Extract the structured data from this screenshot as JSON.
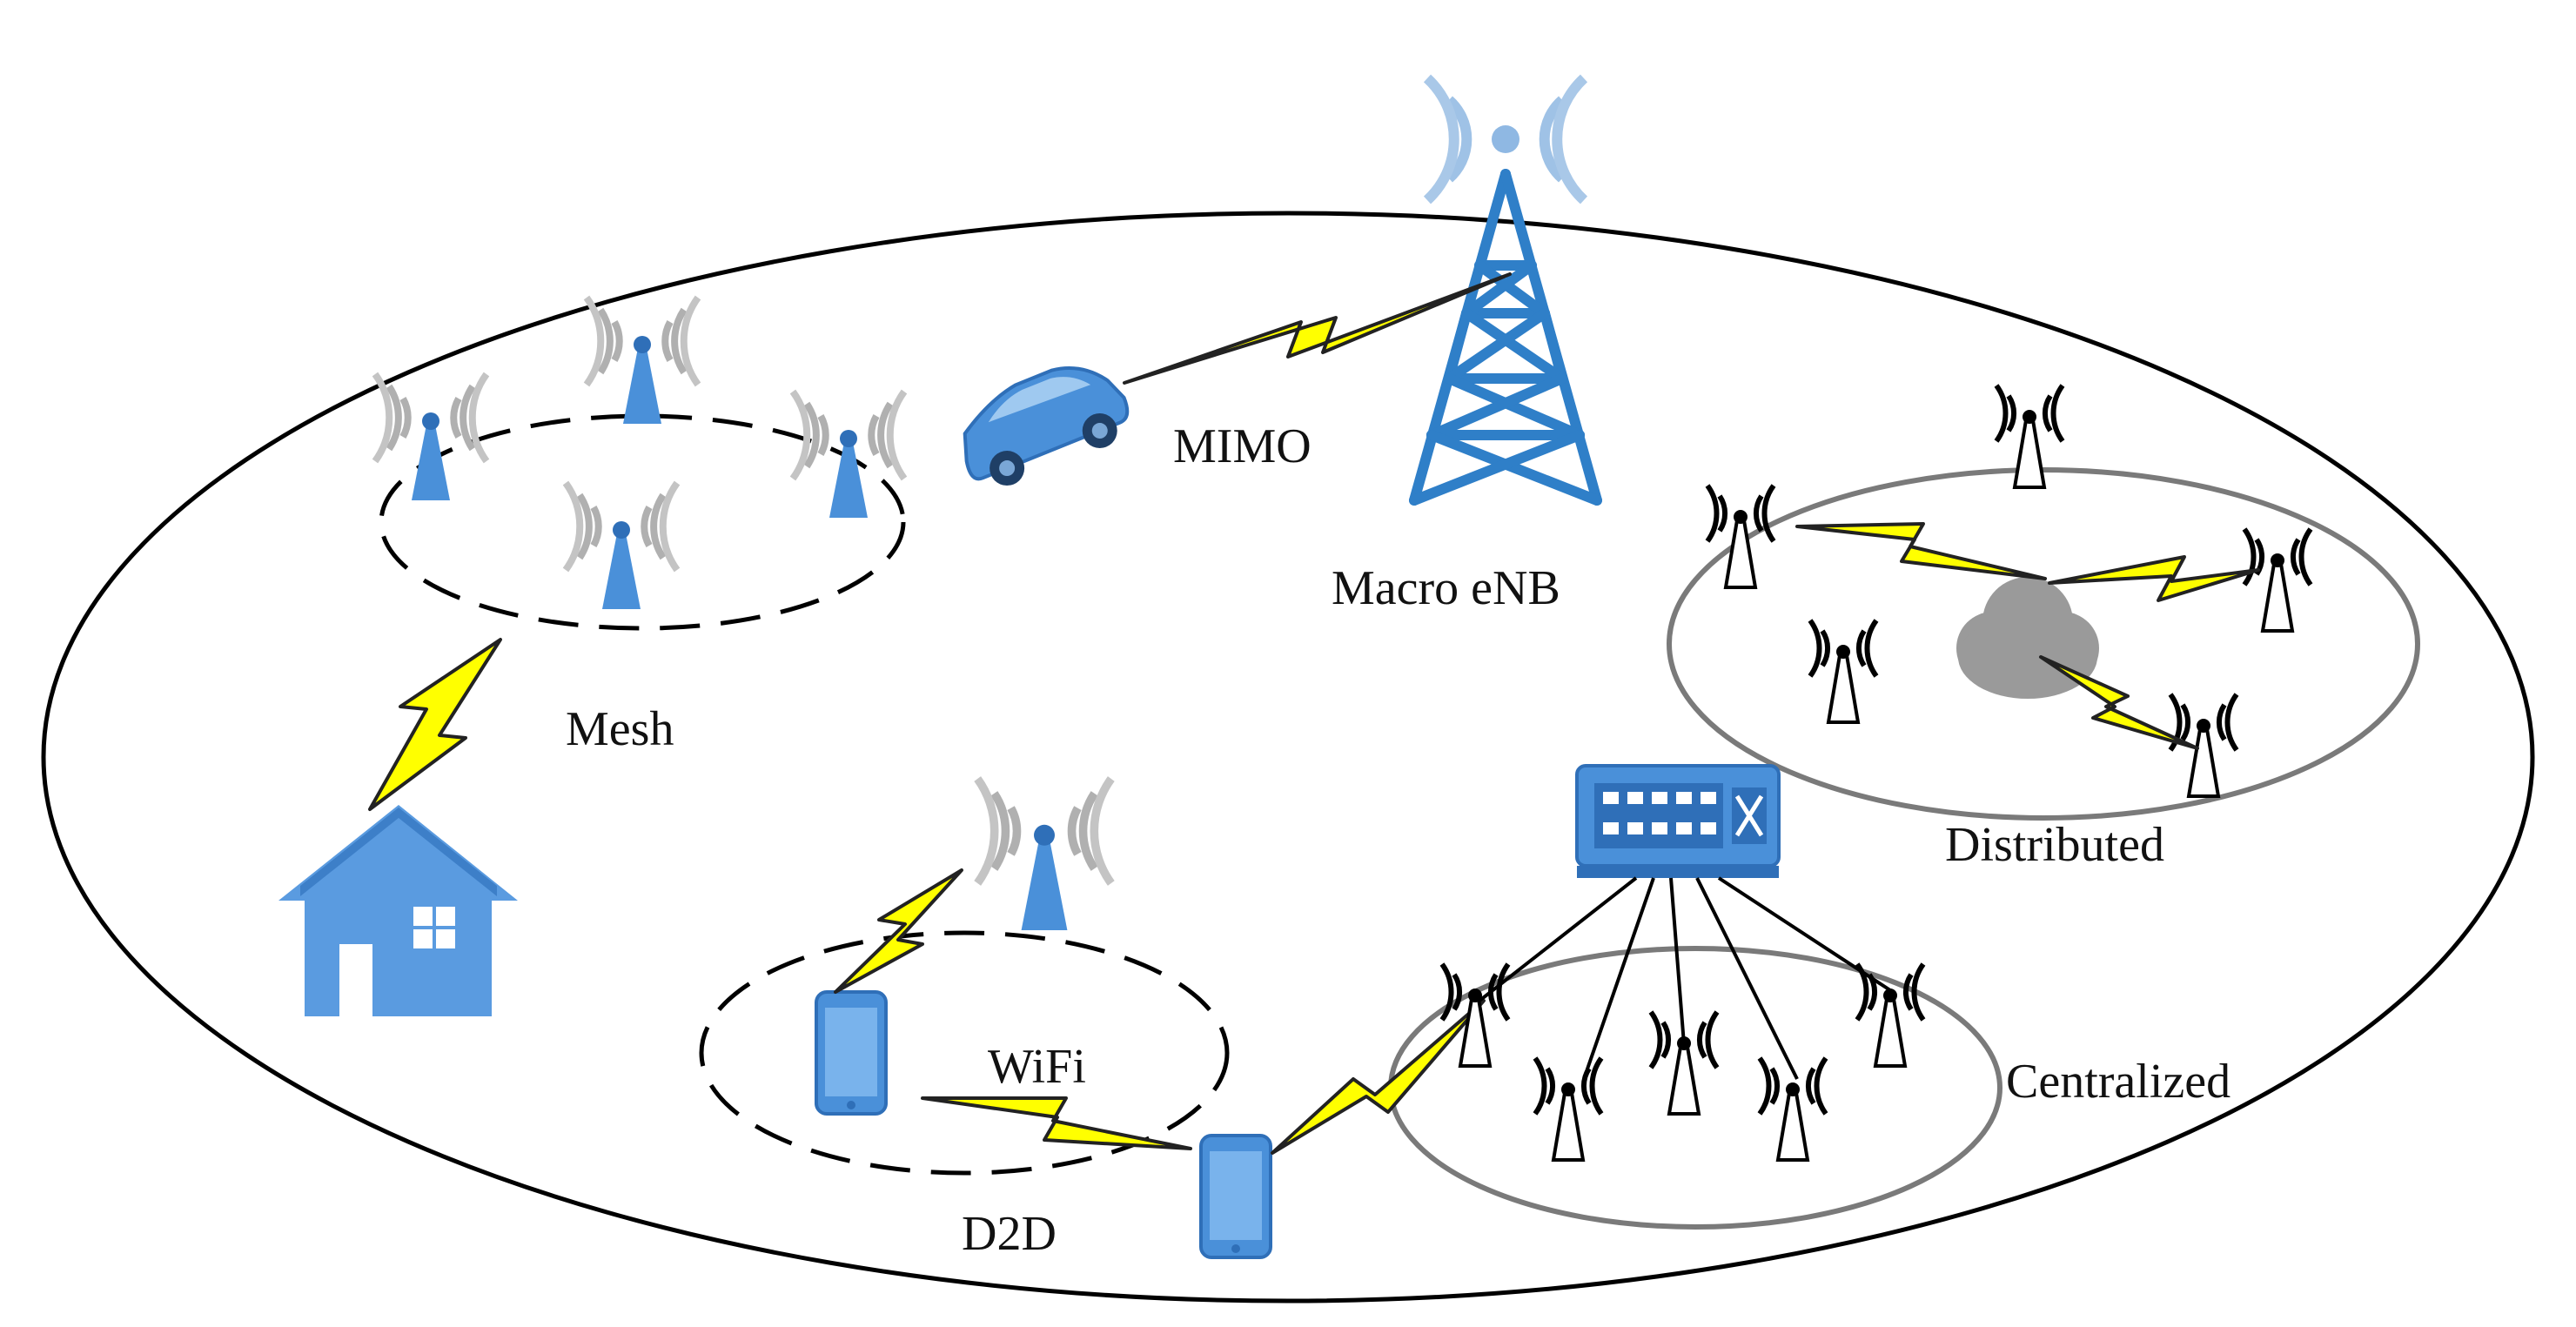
{
  "labels": {
    "mimo": "MIMO",
    "macro_enb": "Macro eNB",
    "mesh": "Mesh",
    "distributed": "Distributed",
    "wifi": "WiFi",
    "centralized": "Centralized",
    "d2d": "D2D"
  },
  "colors": {
    "blue": "#4a90d9",
    "wave_gray": "#a8a8a8",
    "bolt_yellow": "#ffff00",
    "outline": "#000000",
    "cloud_gray": "#9a9a9a",
    "house_blue": "#5a9be0"
  },
  "icons": {
    "tower": "macro-tower-icon",
    "car": "car-icon",
    "house": "house-icon",
    "phone": "smartphone-icon",
    "switch": "network-switch-icon",
    "cloud": "cloud-icon",
    "antenna": "antenna-icon"
  }
}
